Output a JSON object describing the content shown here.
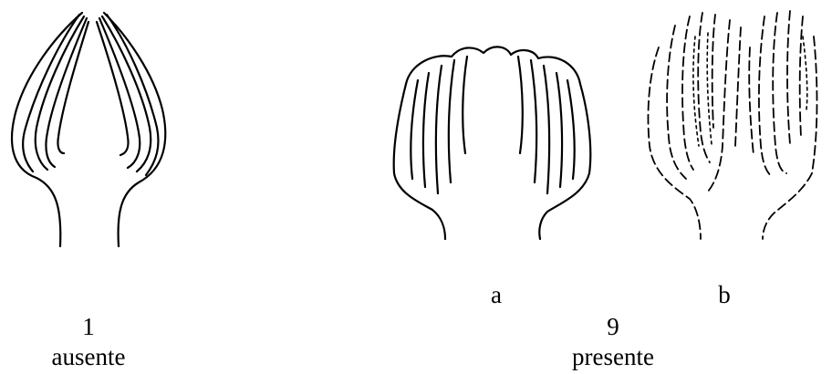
{
  "figure": {
    "panels": [
      {
        "id": "ausente",
        "number": "1",
        "caption": "ausente",
        "icon": "closed-leaf-bud-icon"
      },
      {
        "id": "presente",
        "number": "9",
        "caption": "presente",
        "sublabels": {
          "a": "a",
          "b": "b"
        },
        "icons": {
          "a": "open-leaf-bud-icon",
          "b": "split-leaf-bud-icon"
        }
      }
    ],
    "colors": {
      "line": "#000000",
      "background": "#ffffff"
    }
  }
}
